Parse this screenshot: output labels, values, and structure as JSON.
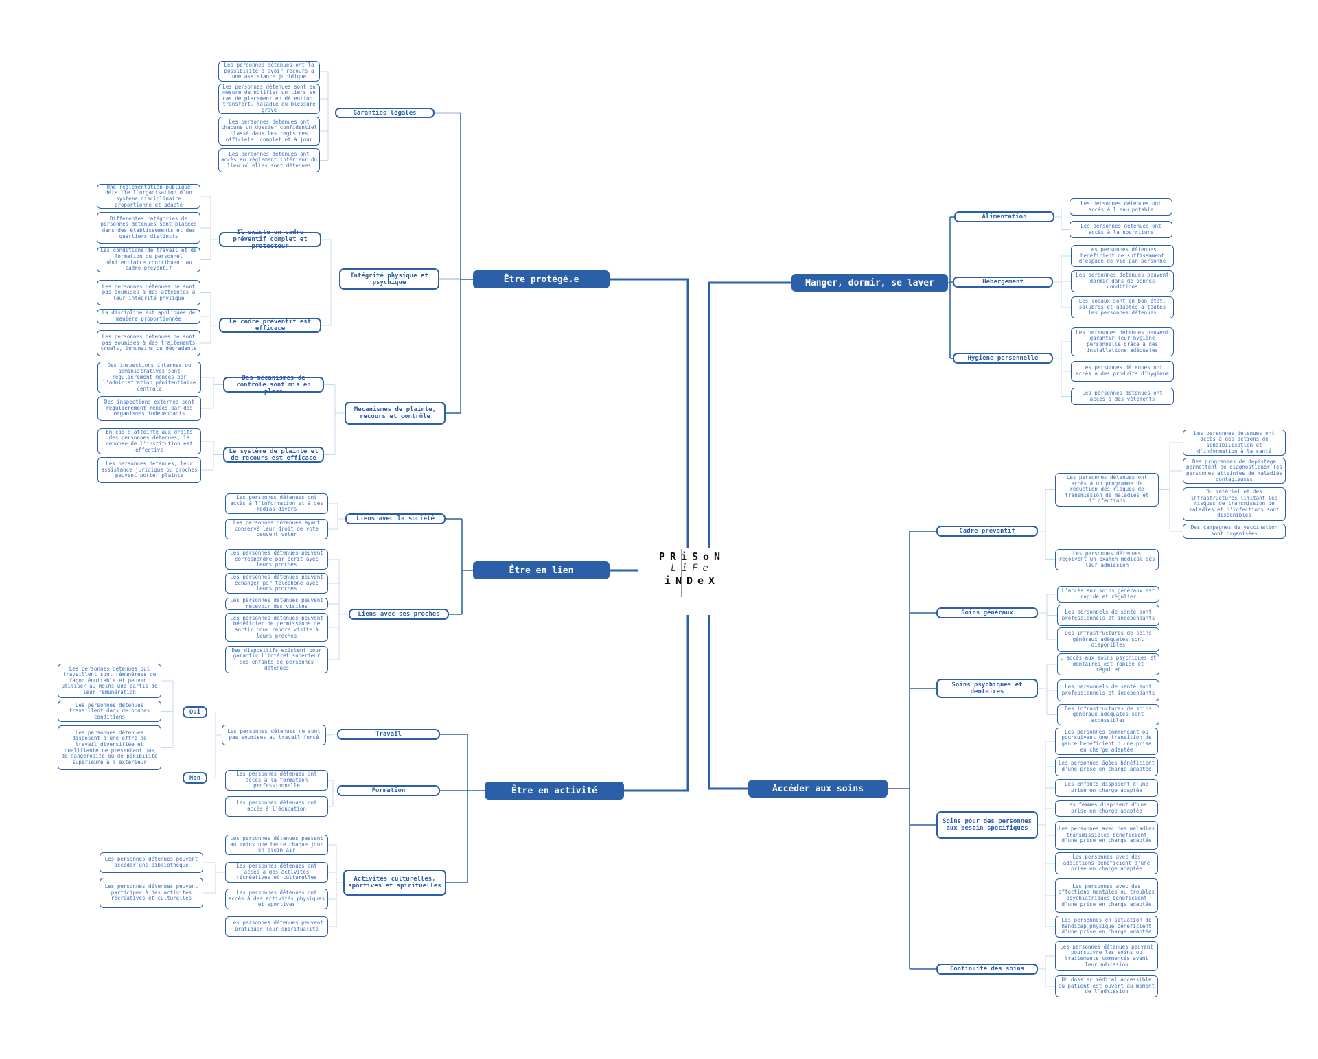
{
  "logo": {
    "line1": "PRiSoN",
    "line2": "LiFe",
    "line3": "iNDeX"
  },
  "colors": {
    "primary": "#2b5fa8",
    "leaf_text": "#3a6fc0",
    "leaf_edge": "#c9d6ec",
    "background": "#ffffff"
  },
  "nodes": {
    "protege": "Être protégé.e",
    "lien": "Être en lien",
    "activite": "Être en activité",
    "manger": "Manger, dormir, se laver",
    "soins": "Accéder aux soins",
    "garanties": "Garanties légales",
    "g1": "Les personnes détenues ont la possibilité d'avoir recours à une assistance juridique",
    "g2": "Les personnes détenues sont en mesure de notifier un tiers en cas de placement en détention, transfert, maladie ou blessure grave",
    "g3": "Les personnes détenues ont chacune un dossier confidentiel classé dans les registres officiels, complet et à jour",
    "g4": "Les personnes détenues ont accès au règlement intérieur du lieu où elles sont détenues",
    "integrite": "Intégrité physique et psychique",
    "cadre1": "Il existe un cadre préventif complet et protecteur",
    "c1a": "Une réglementation publique détaille l'organisation d'un système disciplinaire proportionné et adapté",
    "c1b": "Différentes catégories de personnes détenues sont placées dans des établissements et des quartiers distincts",
    "c1c": "Les conditions de travail et de formation du personnel pénitentiaire contribuent au cadre préventif",
    "cadre2": "Le cadre préventif est efficace",
    "c2a": "Les personnes détenues ne sont pas soumises à des atteintes à leur intégrité physique",
    "c2b": "La discipline est appliquée de manière proportionnée",
    "c2c": "Les personnes détenues ne sont pas soumises à des traitements cruels, inhumains ou dégradants",
    "mecanismes": "Mecanismes de plainte, recours et contrôle",
    "mc1": "Des mécanismes de contrôle sont mis en place",
    "mc1a": "Des inspections internes ou administratives sont régulièrement menées par l'administration pénitentiaire centrale",
    "mc1b": "Des inspections externes sont régulièrement menées par des organismes indépendants",
    "mc2": "Le système de plainte et de recours est efficace",
    "mc2a": "En cas d'atteinte aux droits des personnes détenues, la réponse de l'institution est effective",
    "mc2b": "Les personnes détenues, leur assistance juridique ou proches peuvent porter plainte",
    "societe": "Liens avec la société",
    "s1": "Les personnes détenues ont accès à l'information et à des médias divers",
    "s2": "Les personnes détenues ayant conservé leur droit de vote peuvent voter",
    "proches": "Liens avec ses proches",
    "p1": "Les personnes détenues peuvent correspondre par écrit avec leurs proches",
    "p2": "Les personnes détenues peuvent échanger par téléphone avec leurs proches",
    "p3": "Les personnes détenues peuvent recevoir des visites",
    "p4": "Les personnes détenues peuvent bénéficier de permissions de sortir pour rendre visite à leurs proches",
    "p5": "Des dispositifs existent pour garantir l'intérêt supérieur des enfants de personnes détenues",
    "travail": "Travail",
    "t1": "Les personnes détenues ne sont pas soumises au travail forcé",
    "oui": "Oui",
    "non": "Non",
    "o1": "Les personnes détenues qui travaillent sont rémunérées de façon équitable et peuvent utiliser au moins une partie de leur rémunération",
    "o2": "Les personnes détenues travaillent dans de bonnes conditions",
    "o3": "Les personnes détenues disposent d'une offre de travail diversifiée et qualifiante ne présentant pas de dangerosité ou de pénibilité supérieure à l'extérieur",
    "formation": "Formation",
    "f1": "Les personnes détenues ont accès à la formation professionnelle",
    "f2": "Les personnes détenues ont accès à l'éducation",
    "activites": "Activités culturelles, sportives et spirituelles",
    "a1": "Les personnes détenues passent au moins une heure chaque jour en plein air",
    "a2": "Les personnes détenues ont accès à des activités récréatives et culturelles",
    "a2a": "Les personnes détenues peuvent accéder une bibliothèque",
    "a2b": "Les personnes détenues peuvent participer à des activités récréatives et culturelles",
    "a3": "Les personnes détenues ont accès à des activités physiques et sportives",
    "a4": "Les personnes détenues peuvent pratiquer leur spiritualité",
    "alimentation": "Alimentation",
    "al1": "Les personnes détenues ont accès à l'eau potable",
    "al2": "Les personnes détenues ont accès à la nourriture",
    "hebergement": "Hébergement",
    "h1": "Les personnes détenues bénéficient de suffisamment d'espace de vie par personne",
    "h2": "Les personnes détenues peuvent dormir dans de bonnes conditions",
    "h3": "Les locaux sont en bon état, salubres et adaptés à toutes les personnes détenues",
    "hygiene": "Hygiène personnelle",
    "hy1": "Les personnes détenues peuvent garantir leur hygiène personnelle grâce à des installations adéquates",
    "hy2": "Les personnes détenues ont accès à des produits d'hygiène",
    "hy3": "Les personnes détenues ont accès à des vêtements",
    "cadreprev": "Cadre préventif",
    "cp1": "Les personnes détenues ont accès à un programme de réduction des risques de transmission de maladies et d'infections",
    "cp1a": "Les personnes détenues ont accès à des actions de sensibilisation et d'information à la santé",
    "cp1b": "Des programmes de dépistage permettent de diagnostiquer les personnes atteintes de maladies contagieuses",
    "cp1c": "Du matériel et des infrastructures limitant les risques de transmission de maladies et d'infections sont disponibles",
    "cp1d": "Des campagnes de vaccination sont organisées",
    "cp2": "Les personnes détenues reçoivent un examen médical dès leur admission",
    "generaux": "Soins généraux",
    "sg1": "L'accès aux soins généraux est rapide et régulier",
    "sg2": "Les personnels de santé sont professionnels et indépendants",
    "sg3": "Des infrastructures de soins généraux adéquates sont disponibles",
    "psy": "Soins psychiques et dentaires",
    "sp1": "L'accès aux soins psychiques et dentaires est rapide et régulier",
    "sp2": "Les personnels de santé sont professionnels et indépendants",
    "sp3": "Des infrastructures de soins généraux adéquates sont accessibles",
    "specifiques": "Soins pour des personnes aux besoin spécifiques",
    "b1": "Les personnes commençant ou poursuivant une transition de genre bénéficient d'une prise en charge adaptée",
    "b2": "Les personnes âgées bénéficient d'une prise en charge adaptée",
    "b3": "Les enfants disposent d'une prise en charge adaptée",
    "b4": "Les femmes disposent d'une prise en charge adaptée",
    "b5": "Les personnes avec des maladies transmissibles bénéficient d'une prise en charge adaptée",
    "b6": "Les personnes avec des addictions bénéficient d'une prise en charge adaptée",
    "b7": "Les personnes avec des affections mentales ou troubles psychiatriques bénéficient d'une prise en charge adaptée",
    "b8": "Les personnes en situation de handicap physique bénéficient d'une prise en charge adaptée",
    "continuite": "Continuité des soins",
    "ct1": "Les personnes détenues peuvent poursuivre les soins ou traitements commencés avant leur admission",
    "ct2": "Un dossier médical accessible au patient est ouvert au moment de l'admission"
  }
}
